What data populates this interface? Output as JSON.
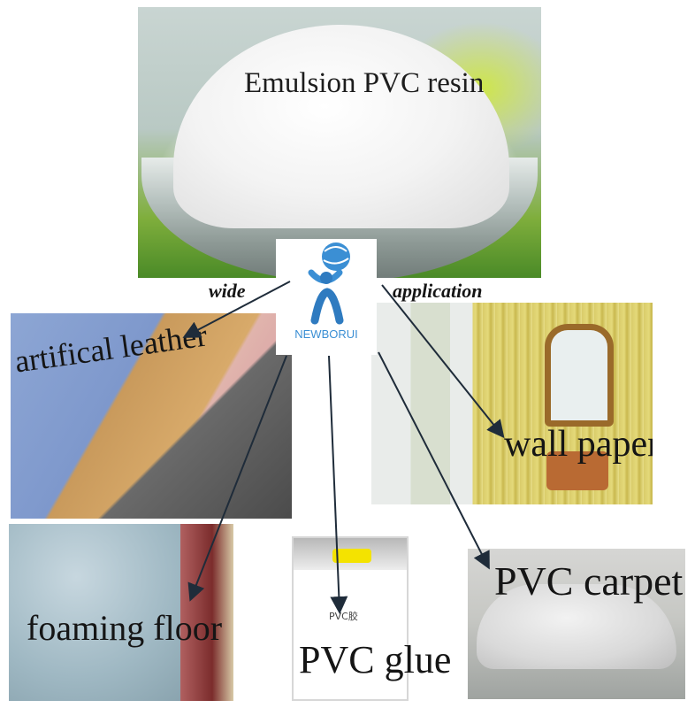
{
  "hero": {
    "title": "Emulsion PVC resin"
  },
  "connector": {
    "left_word": "wide",
    "right_word": "application"
  },
  "logo": {
    "brand": "NEWBORUI"
  },
  "applications": {
    "leather": "artifical leather",
    "wall": "wall paper",
    "floor": "foaming floor",
    "glue": "PVC glue",
    "glue_can_label": "PVC胶",
    "carpet": "PVC carpet"
  },
  "colors": {
    "arrow": "#1f2c3a",
    "logo_blue": "#3b8fd4"
  },
  "icons": [
    "globe-person-logo-icon",
    "arrow-icon"
  ]
}
